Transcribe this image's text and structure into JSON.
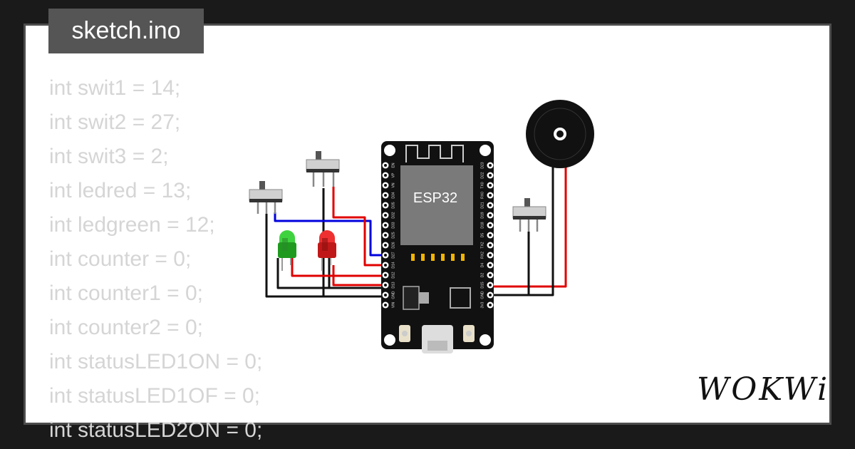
{
  "title_tab": "sketch.ino",
  "code_lines": [
    "int swit1 = 14;",
    "int swit2 = 27;",
    "int swit3 = 2;",
    "int ledred = 13;",
    "int ledgreen = 12;",
    "int counter = 0;",
    "int counter1 = 0;",
    "int counter2 = 0;",
    "int statusLED1ON = 0;",
    "int statusLED1OF = 0;",
    "int statusLED2ON = 0;"
  ],
  "board": {
    "label": "ESP32",
    "left_pins": [
      "EN",
      "VP",
      "VN",
      "D34",
      "D35",
      "D32",
      "D33",
      "D25",
      "D26",
      "D27",
      "D14",
      "D12",
      "D13",
      "GND",
      "VIN"
    ],
    "right_pins": [
      "D23",
      "D22",
      "TX0",
      "RX0",
      "D21",
      "D19",
      "D18",
      "D5",
      "TX2",
      "RX2",
      "D4",
      "D2",
      "D15",
      "GND",
      "3V3"
    ]
  },
  "logo": "WOKWi",
  "colors": {
    "background": "#1a1a1a",
    "card": "#ffffff",
    "code_text": "#d5d5d5",
    "tab": "#555555",
    "wire_red": "#e00000",
    "wire_blue": "#0000dd",
    "wire_black": "#111111",
    "led_green": "#2fbf2f",
    "led_red": "#e02020"
  }
}
